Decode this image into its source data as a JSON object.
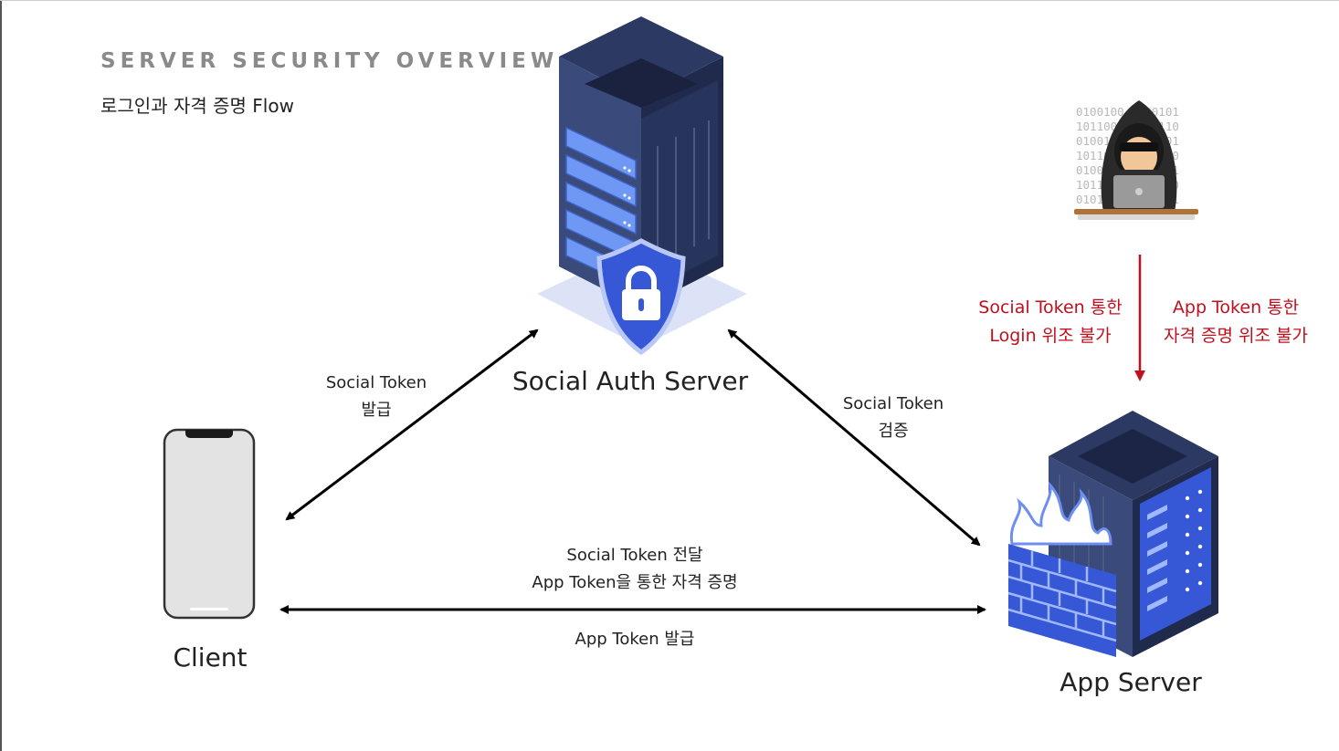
{
  "header": {
    "kicker": "SERVER SECURITY OVERVIEW",
    "subtitle": "로그인과 자격 증명 Flow"
  },
  "nodes": {
    "social_auth_server": "Social Auth Server",
    "client": "Client",
    "app_server": "App Server"
  },
  "edges": {
    "client_social": {
      "line1": "Social Token",
      "line2": "발급"
    },
    "social_app": {
      "line1": "Social Token",
      "line2": "검증"
    },
    "client_app_top": {
      "line1": "Social Token 전달",
      "line2": "App Token을 통한 자격 증명"
    },
    "client_app_bottom": "App Token 발급"
  },
  "attacker": {
    "binary_rows": [
      "0100100 0000101",
      "1011001 1100110",
      "0100110 0100101",
      "1011010 1010110",
      "0100101 0100101",
      "1011001 1001110",
      "0101100 1101101"
    ],
    "warning_left": {
      "line1": "Social Token 통한",
      "line2": "Login 위조 불가"
    },
    "warning_right": {
      "line1": "App Token 통한",
      "line2": "자격 증명 위조 불가"
    }
  },
  "colors": {
    "server_dark": "#2c3a63",
    "server_blue": "#5b87f0",
    "warning_red": "#c0101e",
    "arrow": "#000000"
  },
  "icons": {
    "auth_server": "server-shield-icon",
    "app_server": "server-firewall-icon",
    "client": "smartphone-icon",
    "attacker": "hacker-icon"
  }
}
